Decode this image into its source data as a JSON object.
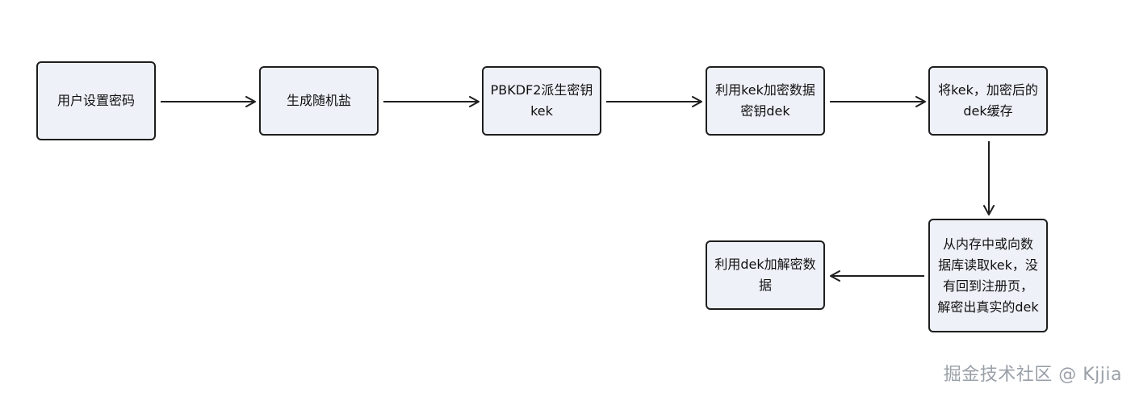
{
  "nodes": {
    "n1": {
      "label": "用户设置密码"
    },
    "n2": {
      "label": "生成随机盐"
    },
    "n3": {
      "label": "PBKDF2派生密钥\nkek"
    },
    "n4": {
      "label": "利用kek加密数据\n密钥dek"
    },
    "n5": {
      "label": "将kek，加密后的\ndek缓存"
    },
    "n6": {
      "label": "从内存中或向数\n据库读取kek，没\n有回到注册页，\n解密出真实的dek"
    },
    "n7": {
      "label": "利用dek加解密数\n据"
    }
  },
  "watermark": "掘金技术社区 @ Kjjia",
  "colors": {
    "node_fill": "#eef1f8",
    "node_border": "#1e1e1e",
    "arrow": "#1e1e1e",
    "watermark": "#9aa0a8"
  }
}
